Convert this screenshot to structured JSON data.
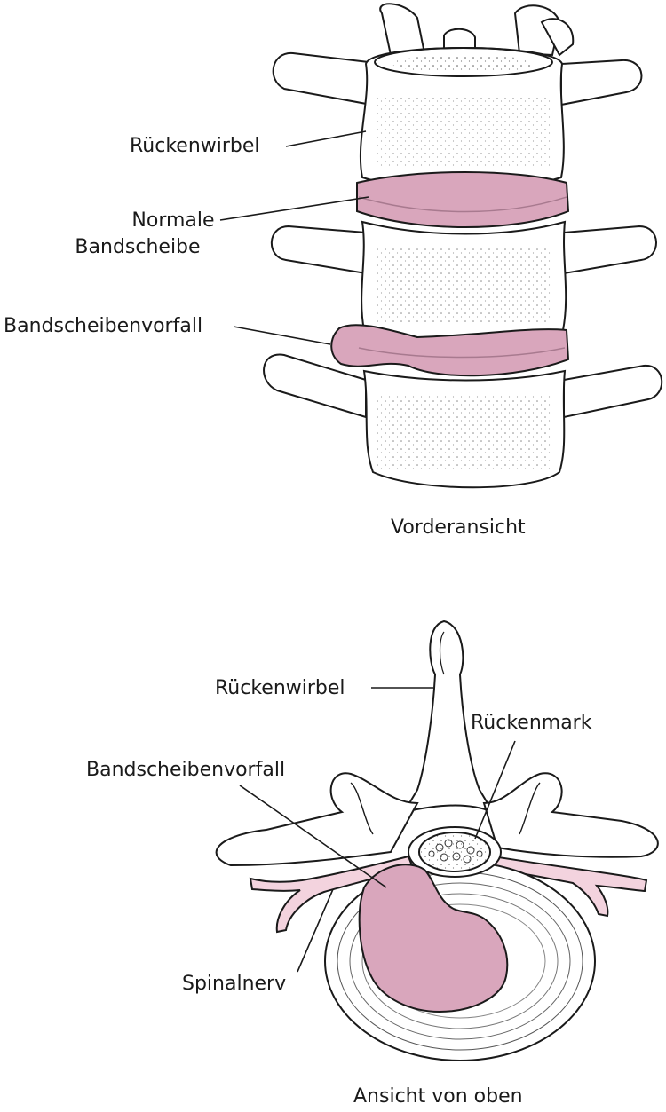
{
  "front_view": {
    "label_vertebra": "Rückenwirbel",
    "label_normal_disc_line1": "Normale",
    "label_normal_disc_line2": "Bandscheibe",
    "label_herniation": "Bandscheibenvorfall",
    "caption": "Vorderansicht"
  },
  "top_view": {
    "label_vertebra": "Rückenwirbel",
    "label_spinal_cord": "Rückenmark",
    "label_herniation": "Bandscheibenvorfall",
    "label_spinal_nerve": "Spinalnerv",
    "caption": "Ansicht von oben"
  },
  "colors": {
    "disc_pink": "#d9a6bc",
    "nerve_pink": "#f3d3de",
    "bone": "#ffffff",
    "ink": "#1a1a1a"
  }
}
